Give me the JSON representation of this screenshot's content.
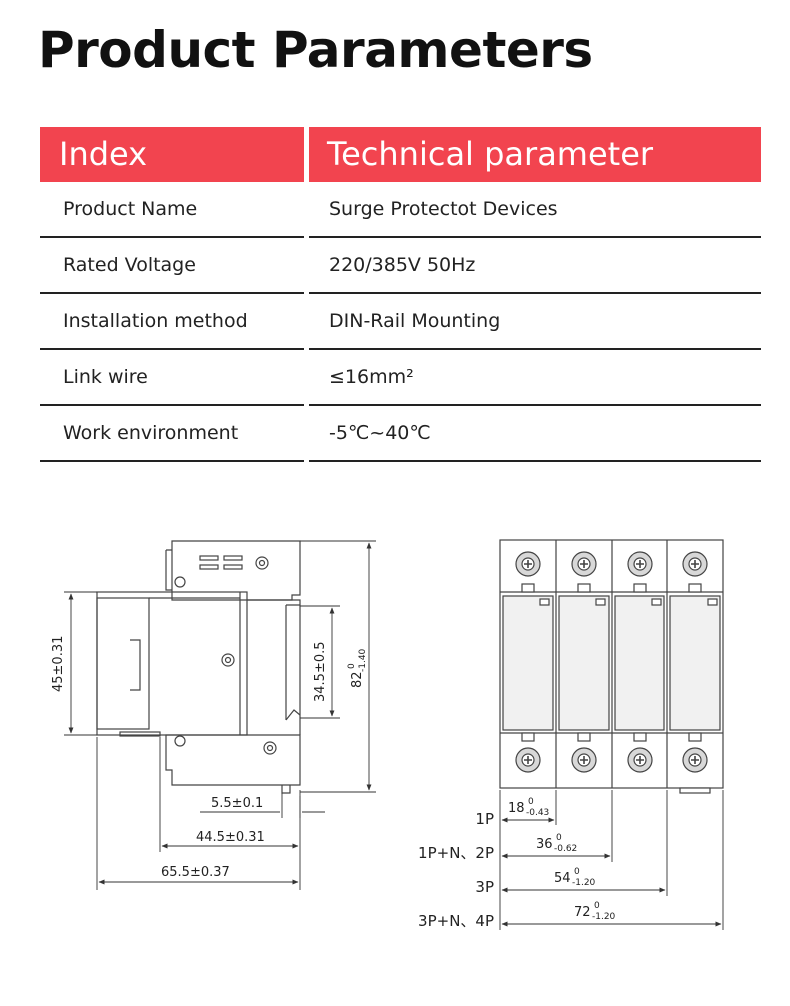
{
  "page": {
    "title": "Product Parameters"
  },
  "table": {
    "header": {
      "index": "Index",
      "param": "Technical parameter"
    },
    "rows": [
      {
        "key": "Product Name",
        "value": "Surge Protectot  Devices"
      },
      {
        "key": "Rated Voltage",
        "value": "220/385V    50Hz"
      },
      {
        "key": "Installation method",
        "value": "DIN-Rail Mounting"
      },
      {
        "key": "Link wire",
        "value": "≤16mm²"
      },
      {
        "key": "Work environment",
        "value": "-5℃~40℃"
      }
    ]
  },
  "side_view": {
    "dim_height": "45±0.31",
    "dim_rail": "34.5±0.5",
    "dim_total_height": "82",
    "dim_total_height_tol_upper": "0",
    "dim_total_height_tol_lower": "-1.40",
    "dim_slot": "5.5±0.1",
    "dim_depth_inner": "44.5±0.31",
    "dim_depth_total": "65.5±0.37"
  },
  "front_view": {
    "widths": [
      {
        "pole": "1P",
        "nominal": "18",
        "tol_upper": "0",
        "tol_lower": "-0.43"
      },
      {
        "pole": "1P+N、2P",
        "nominal": "36",
        "tol_upper": "0",
        "tol_lower": "-0.62"
      },
      {
        "pole": "3P",
        "nominal": "54",
        "tol_upper": "0",
        "tol_lower": "-1.20"
      },
      {
        "pole": "3P+N、4P",
        "nominal": "72",
        "tol_upper": "0",
        "tol_lower": "-1.20"
      }
    ]
  }
}
